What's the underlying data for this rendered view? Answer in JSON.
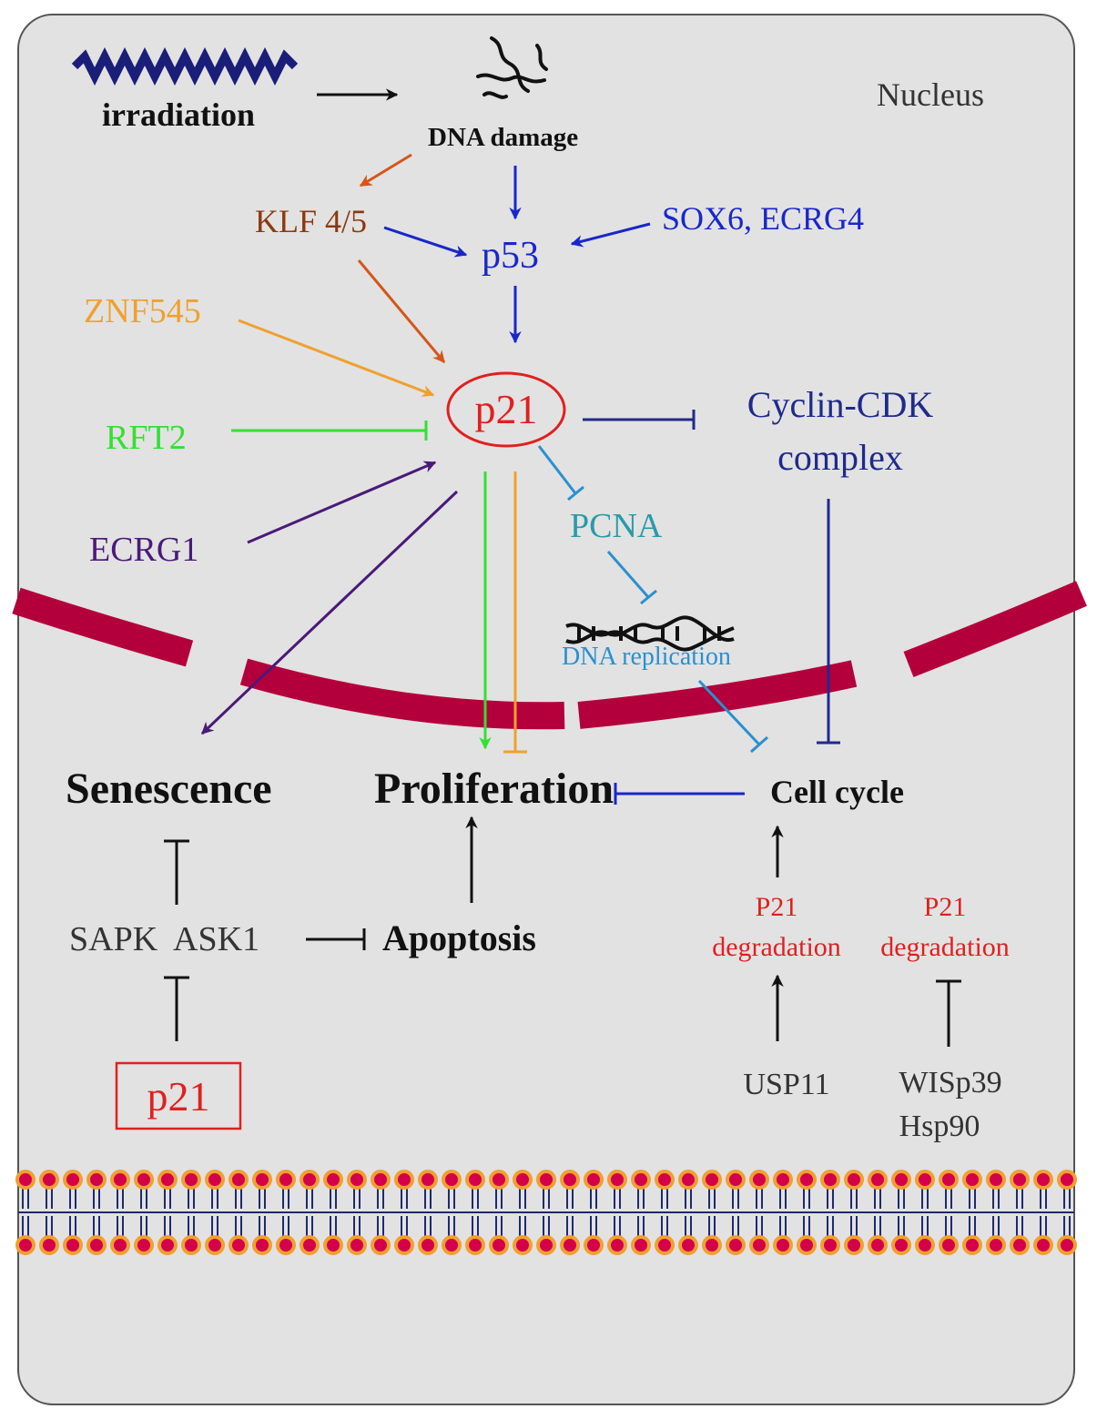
{
  "cell": {
    "compartment_label": "Nucleus"
  },
  "labels": {
    "irradiation": "irradiation",
    "dna_damage": "DNA damage",
    "klf": "KLF 4/5",
    "p53": "p53",
    "sox6_ecrg4": "SOX6, ECRG4",
    "znf545": "ZNF545",
    "p21_nuclear": "p21",
    "cyclin_cdk_line1": "Cyclin-CDK",
    "cyclin_cdk_line2": "complex",
    "rft2": "RFT2",
    "pcna": "PCNA",
    "ecrg1": "ECRG1",
    "dna_replication": "DNA replication",
    "senescence": "Senescence",
    "proliferation": "Proliferation",
    "cell_cycle": "Cell cycle",
    "sapk_ask1": "SAPK  ASK1",
    "apoptosis": "Apoptosis",
    "p21_degradation_left_line1": "P21",
    "p21_degradation_left_line2": "degradation",
    "p21_degradation_right_line1": "P21",
    "p21_degradation_right_line2": "degradation",
    "p21_cytoplasmic": "p21",
    "usp11": "USP11",
    "wisp39": "WISp39",
    "hsp90": "Hsp90"
  },
  "colors": {
    "background": "#e2e2e2",
    "black": "#111111",
    "orange_red": "#d4561a",
    "blue": "#1a27c8",
    "navy": "#1f2a8c",
    "orange": "#f0a030",
    "green": "#33e033",
    "purple": "#4a1a78",
    "teal": "#2a9aa8",
    "light_blue": "#2a90d0",
    "red": "#e02020",
    "crimson": "#b3003c",
    "membrane_head": "#d4004a",
    "membrane_head_ring": "#f0a030",
    "membrane_tail": "#1f2a6c"
  },
  "icons": {
    "irradiation": "wave-icon",
    "dna_damage": "broken-dna-icon",
    "dna_replication": "dna-helix-icon"
  }
}
